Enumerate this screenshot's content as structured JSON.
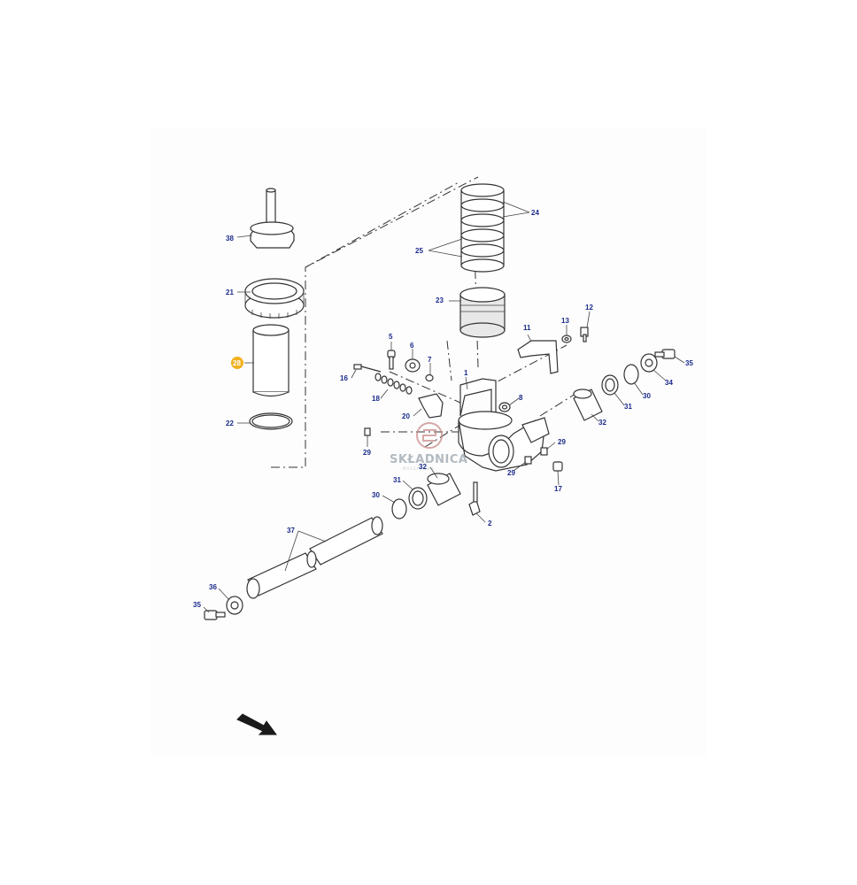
{
  "diagram": {
    "highlight_color": "#f2b01e",
    "callout_color": "#1a2a8a",
    "callouts": [
      {
        "id": "c38",
        "text": "38"
      },
      {
        "id": "c21",
        "text": "21"
      },
      {
        "id": "c28",
        "text": "28",
        "highlighted": true
      },
      {
        "id": "c22",
        "text": "22"
      },
      {
        "id": "c24",
        "text": "24"
      },
      {
        "id": "c25",
        "text": "25"
      },
      {
        "id": "c23",
        "text": "23"
      },
      {
        "id": "c12",
        "text": "12"
      },
      {
        "id": "c13",
        "text": "13"
      },
      {
        "id": "c11",
        "text": "11"
      },
      {
        "id": "c5",
        "text": "5"
      },
      {
        "id": "c6",
        "text": "6"
      },
      {
        "id": "c7",
        "text": "7"
      },
      {
        "id": "c35a",
        "text": "35"
      },
      {
        "id": "c34",
        "text": "34"
      },
      {
        "id": "c30a",
        "text": "30"
      },
      {
        "id": "c31a",
        "text": "31"
      },
      {
        "id": "c32a",
        "text": "32"
      },
      {
        "id": "c16",
        "text": "16"
      },
      {
        "id": "c1",
        "text": "1"
      },
      {
        "id": "c18",
        "text": "18"
      },
      {
        "id": "c8",
        "text": "8"
      },
      {
        "id": "c20",
        "text": "20"
      },
      {
        "id": "c29a",
        "text": "29"
      },
      {
        "id": "c29b",
        "text": "29"
      },
      {
        "id": "c32b",
        "text": "32"
      },
      {
        "id": "c29c",
        "text": "29"
      },
      {
        "id": "c17",
        "text": "17"
      },
      {
        "id": "c30b",
        "text": "30"
      },
      {
        "id": "c31b",
        "text": "31"
      },
      {
        "id": "c2",
        "text": "2"
      },
      {
        "id": "c37",
        "text": "37"
      },
      {
        "id": "c36",
        "text": "36"
      },
      {
        "id": "c35b",
        "text": "35"
      }
    ],
    "direction_arrow_icon": "arrow-down-right-icon"
  },
  "watermark": {
    "title": "SKŁADNICA",
    "subtitle": "MASZYNOWA"
  }
}
